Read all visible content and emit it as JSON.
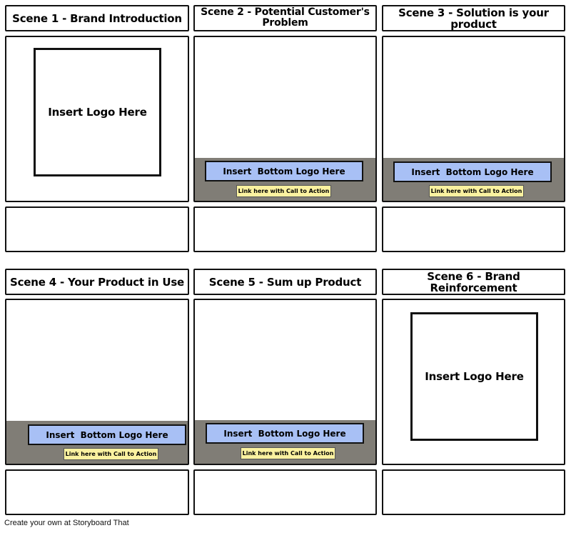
{
  "scenes": [
    {
      "title": "Scene 1 - Brand Introduction",
      "logo": "Insert Logo Here"
    },
    {
      "title": "Scene 2 - Potential Customer's Problem",
      "bottom_logo": "Insert  Bottom Logo Here",
      "cta": "Link here with Call to Action"
    },
    {
      "title": "Scene 3 - Solution is your product",
      "bottom_logo": "Insert  Bottom Logo Here",
      "cta": "Link here with Call to Action"
    },
    {
      "title": "Scene 4 - Your Product in Use",
      "bottom_logo": "Insert  Bottom Logo Here",
      "cta": "Link here with Call to Action"
    },
    {
      "title": "Scene 5 - Sum up Product",
      "bottom_logo": "Insert  Bottom Logo Here",
      "cta": "Link here with Call to Action"
    },
    {
      "title": "Scene 6 - Brand Reinforcement",
      "logo": "Insert Logo Here"
    }
  ],
  "footer": "Create your own at Storyboard That",
  "colors": {
    "bottom_band": "#807d76",
    "bottom_logo": "#a8c0f5",
    "cta": "#fbf2a0"
  }
}
